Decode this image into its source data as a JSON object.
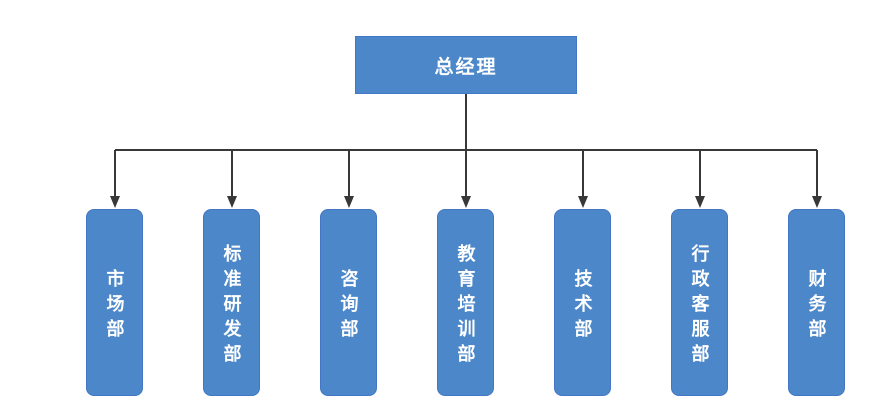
{
  "colors": {
    "background": "#ffffff",
    "box-fill": "#4C87C9",
    "box-border": "#4377C6",
    "line-color": "#383838",
    "text-color": "#ffffff"
  },
  "root": {
    "label": "总经理"
  },
  "departments": [
    {
      "label": "市场部"
    },
    {
      "label": "标准研发部"
    },
    {
      "label": "咨询部"
    },
    {
      "label": "教育培训部"
    },
    {
      "label": "技术部"
    },
    {
      "label": "行政客服部"
    },
    {
      "label": "财务部"
    }
  ]
}
